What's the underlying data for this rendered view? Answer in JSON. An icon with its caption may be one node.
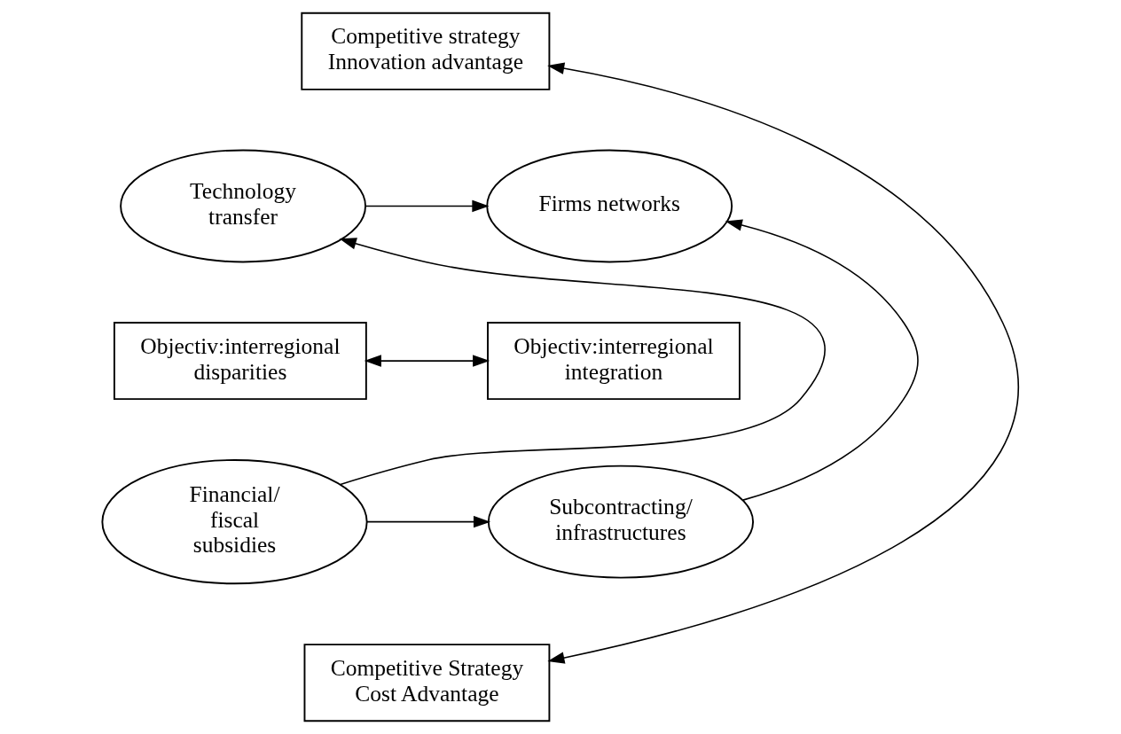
{
  "diagram": {
    "nodes": [
      {
        "text": [
          "Competitive strategy",
          "Innovation advantage"
        ]
      },
      {
        "text": [
          "Technology transfer"
        ]
      },
      {
        "text": [
          "Firms networks"
        ]
      },
      {
        "text": [
          "Objectiv:interregional disparities"
        ]
      },
      {
        "text": [
          "Objectiv:interregional integration"
        ]
      },
      {
        "text": [
          "Financial/ fiscal subsidies"
        ]
      },
      {
        "text": [
          "Subcontracting/ infrastructures"
        ]
      },
      {
        "text": [
          "Competitive Strategy",
          "Cost Advantage"
        ]
      }
    ],
    "edges": [
      {
        "from": 0,
        "to": 7,
        "arrow": "both"
      },
      {
        "from": 1,
        "to": 2,
        "arrow": "to"
      },
      {
        "from": 5,
        "to": 1,
        "arrow": "to"
      },
      {
        "from": 6,
        "to": 2,
        "arrow": "to"
      },
      {
        "from": 3,
        "to": 4,
        "arrow": "both"
      },
      {
        "from": 5,
        "to": 6,
        "arrow": "to"
      }
    ]
  }
}
